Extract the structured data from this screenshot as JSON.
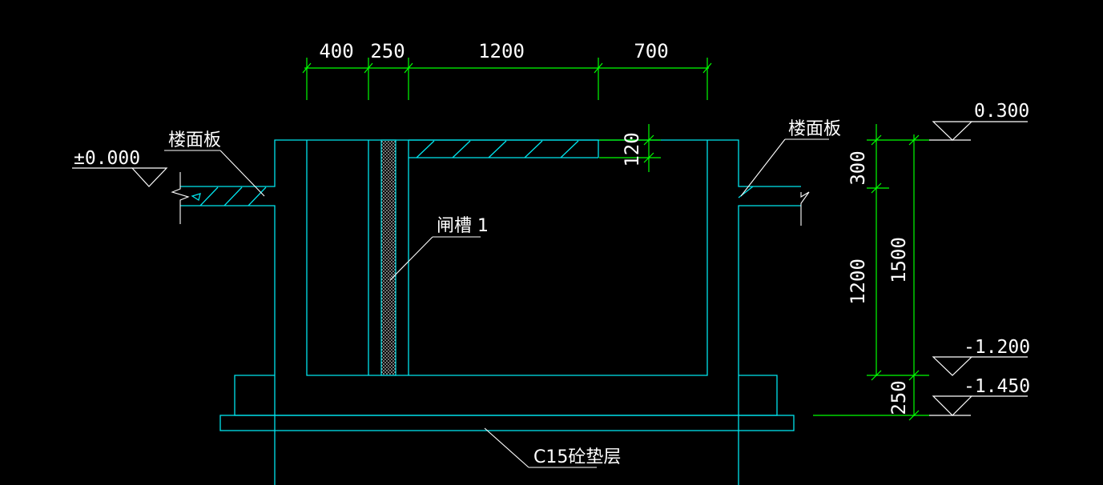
{
  "colors": {
    "background": "#000000",
    "structure": "#00e5ee",
    "dimension": "#00ff00",
    "text": "#ffffff",
    "leader": "#ffffff"
  },
  "dimensions": {
    "top": [
      "400",
      "250",
      "1200",
      "700"
    ],
    "slab_thickness": "120",
    "right_300": "300",
    "right_1200": "1200",
    "right_1500": "1500",
    "right_250": "250"
  },
  "elevations": {
    "left": "±0.000",
    "top_right": "0.300",
    "mid": "-1.200",
    "bottom": "-1.450"
  },
  "labels": {
    "floor_slab_left": "楼面板",
    "floor_slab_right": "楼面板",
    "gate_slot": "闸槽 1",
    "concrete_cushion": "C15砼垫层"
  },
  "icons": {
    "elevation_marker": "triangle-elevation-icon",
    "break_line": "break-line-icon"
  }
}
